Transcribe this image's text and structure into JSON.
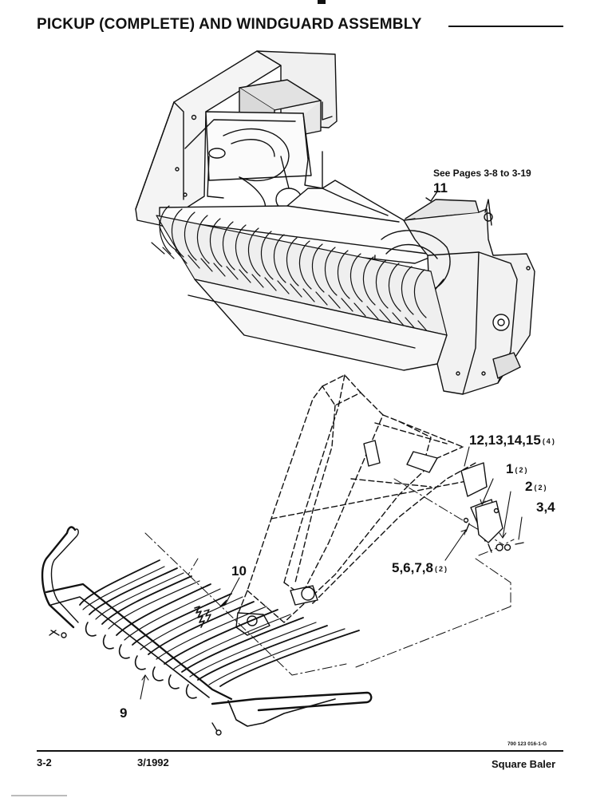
{
  "header": {
    "title": "PICKUP (COMPLETE) AND WINDGUARD ASSEMBLY"
  },
  "diagram": {
    "reference_note": "See Pages 3-8 to 3-19",
    "callouts": [
      {
        "id": "c11",
        "label": "11",
        "qty": ""
      },
      {
        "id": "c12",
        "label": "12,13,14,15",
        "qty": "(4)"
      },
      {
        "id": "c1",
        "label": "1",
        "qty": "(2)"
      },
      {
        "id": "c2",
        "label": "2",
        "qty": "(2)"
      },
      {
        "id": "c34",
        "label": "3,4",
        "qty": ""
      },
      {
        "id": "c5",
        "label": "5,6,7,8",
        "qty": "(2)"
      },
      {
        "id": "c10",
        "label": "10",
        "qty": ""
      },
      {
        "id": "c9",
        "label": "9",
        "qty": ""
      }
    ]
  },
  "footer": {
    "page_number": "3-2",
    "date": "3/1992",
    "doc_number": "700 123 016-1-G",
    "product": "Square Baler"
  }
}
